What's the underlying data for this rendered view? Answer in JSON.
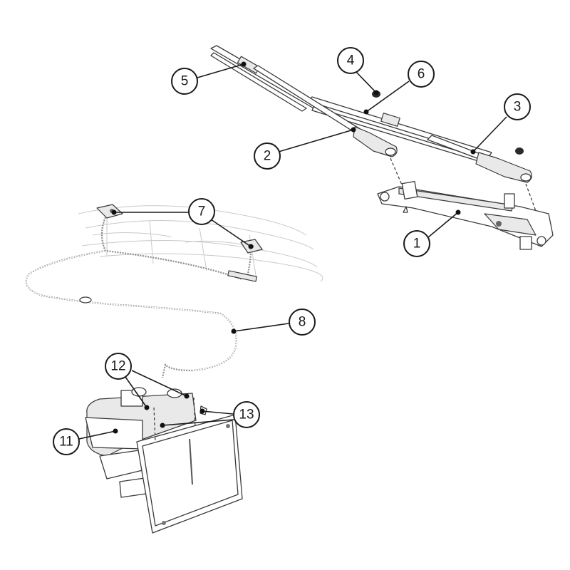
{
  "diagram": {
    "callouts": [
      {
        "id": "c1",
        "label": "1"
      },
      {
        "id": "c2",
        "label": "2"
      },
      {
        "id": "c3",
        "label": "3"
      },
      {
        "id": "c4",
        "label": "4"
      },
      {
        "id": "c5",
        "label": "5"
      },
      {
        "id": "c6",
        "label": "6"
      },
      {
        "id": "c7",
        "label": "7"
      },
      {
        "id": "c8",
        "label": "8"
      },
      {
        "id": "c11",
        "label": "11"
      },
      {
        "id": "c12",
        "label": "12"
      },
      {
        "id": "c13",
        "label": "13"
      }
    ]
  }
}
